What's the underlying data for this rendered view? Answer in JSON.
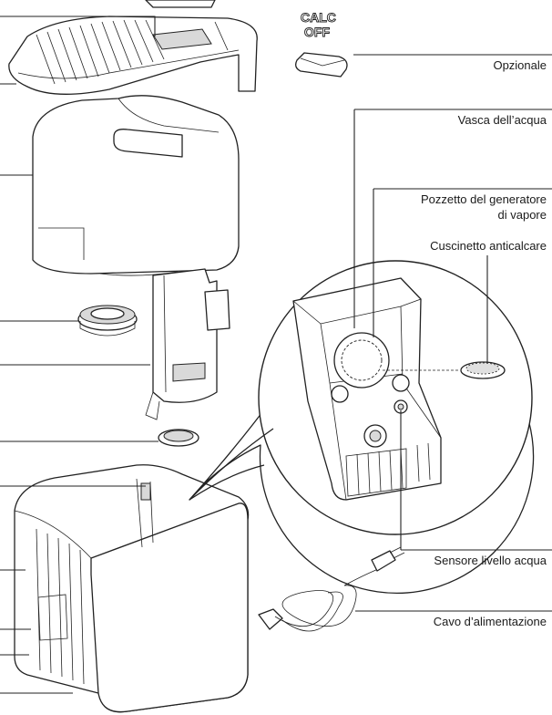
{
  "labels": {
    "optional": "Opzionale",
    "water_tank": "Vasca dell’acqua",
    "steam_well_line1": "Pozzetto del generatore",
    "steam_well_line2": "di vapore",
    "anti_scale_pad": "Cuscinetto anticalcare",
    "water_level_sensor": "Sensore livello acqua",
    "power_cord": "Cavo d’alimentazione"
  },
  "packet": {
    "text_line1": "CALC",
    "text_line2": "OFF"
  },
  "colors": {
    "line": "#222222",
    "background": "#ffffff",
    "shade": "#d9d9d9"
  }
}
